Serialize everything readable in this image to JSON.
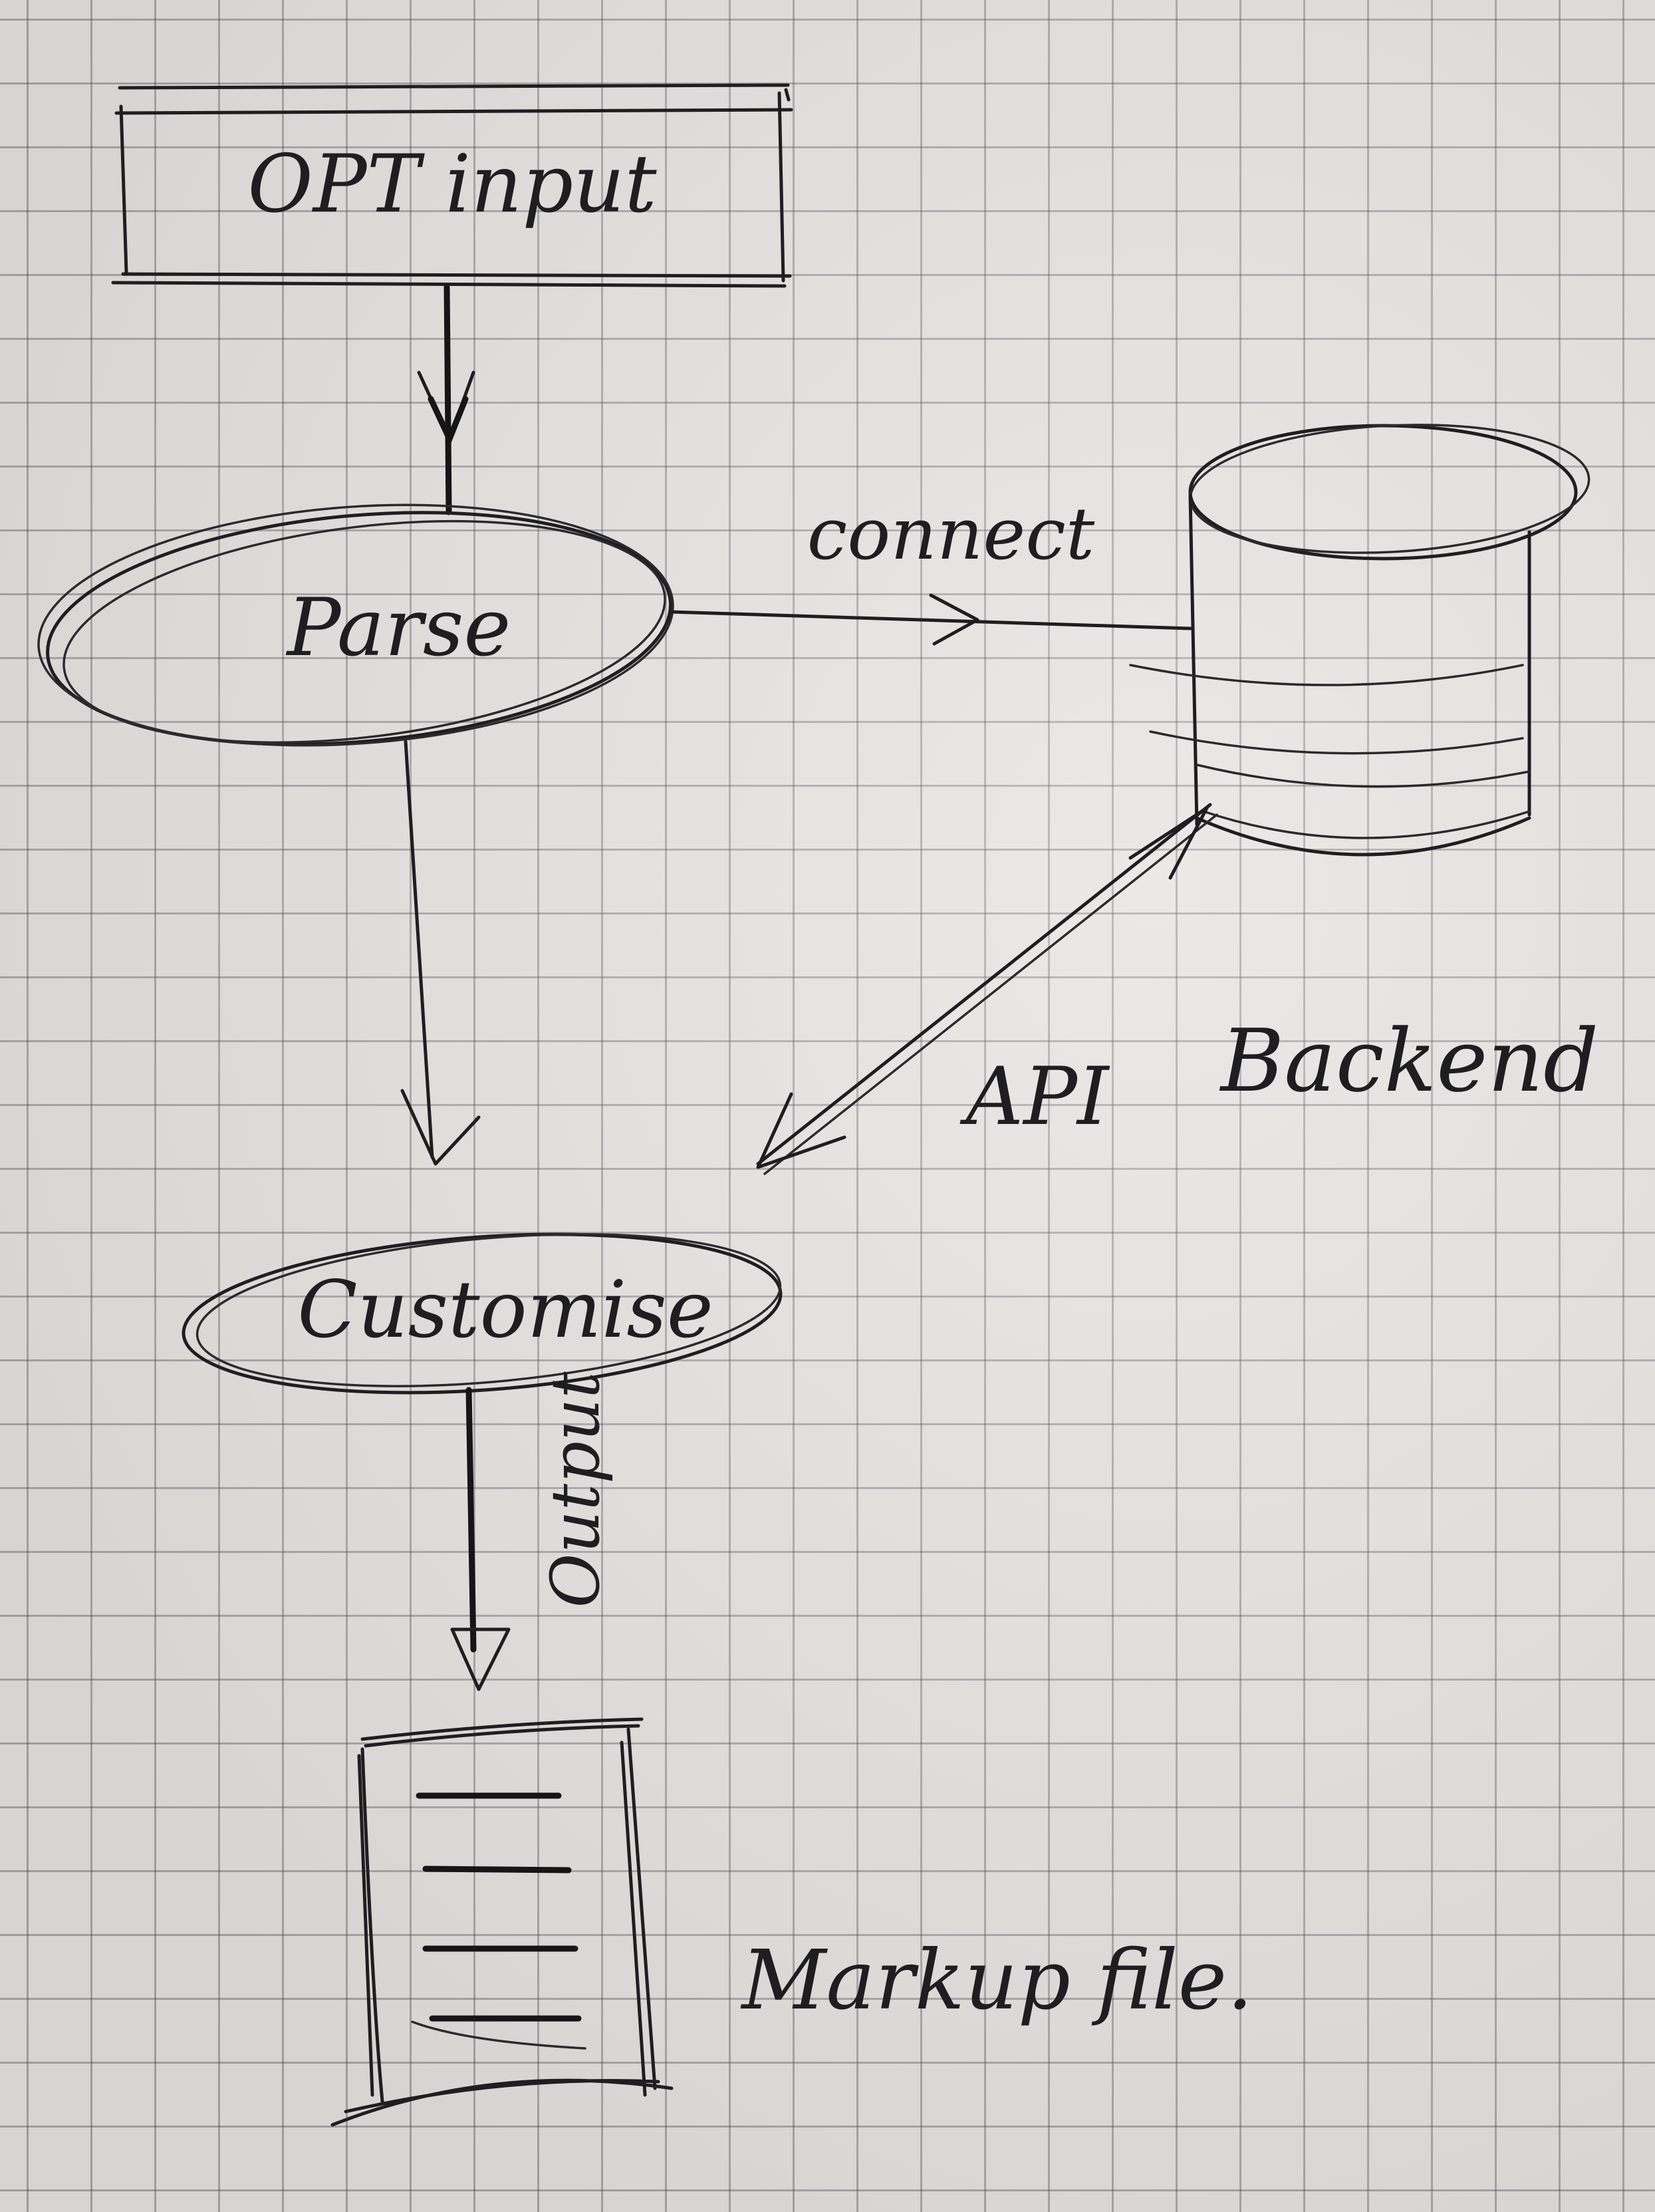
{
  "nodes": {
    "input": {
      "label": "OPT input"
    },
    "parse": {
      "label": "Parse"
    },
    "backend": {
      "label": "Backend"
    },
    "customise": {
      "label": "Customise"
    },
    "markup_file": {
      "label": "Markup file."
    }
  },
  "edges": {
    "parse_to_backend": {
      "label": "connect"
    },
    "backend_customise": {
      "label": "API"
    },
    "customise_to_file": {
      "label": "Output"
    }
  }
}
